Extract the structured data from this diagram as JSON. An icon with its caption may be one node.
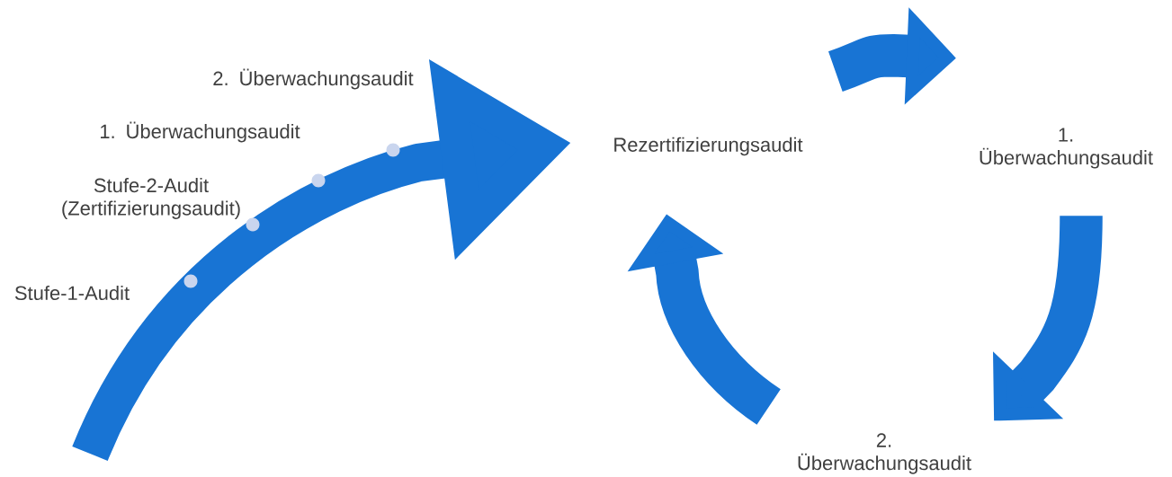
{
  "diagram": {
    "nodes": [
      {
        "text": [
          "Rezertifizierungsaudit"
        ]
      },
      {
        "text": [
          "1. Überwachungsaudit"
        ]
      },
      {
        "text": [
          "2. Überwachungsaudit"
        ]
      }
    ],
    "edges": [
      {
        "from": null,
        "to": 0,
        "arrow": "to"
      },
      {
        "from": 0,
        "to": 1,
        "arrow": "to"
      },
      {
        "from": 1,
        "to": 2,
        "arrow": "to"
      },
      {
        "from": 2,
        "to": 0,
        "arrow": "to"
      }
    ],
    "labels": [
      "2. Überwachungsaudit",
      "1. Überwachungsaudit",
      "Stufe-2-Audit (Zertifizierungsaudit)",
      "Stufe-1-Audit"
    ]
  }
}
